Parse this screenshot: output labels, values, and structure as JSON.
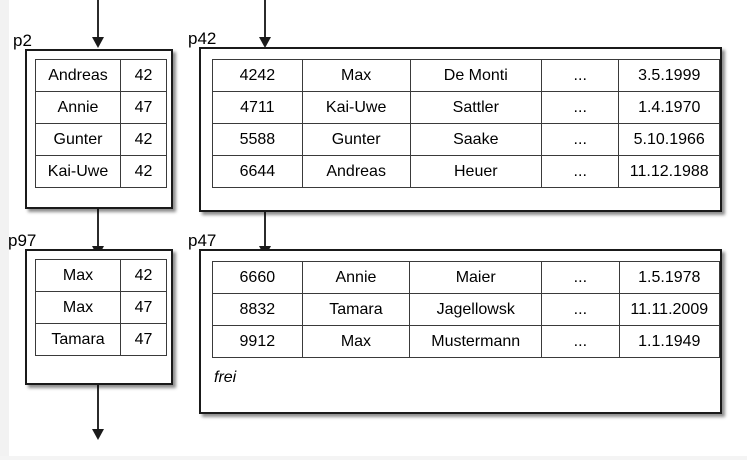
{
  "diagram": {
    "title": "Extendible hashing directory and data pages",
    "background_color": "#ffffff",
    "line_color": "#2b2b2b",
    "box_border_color": "#1a1a1a"
  },
  "bucket_pages": [
    {
      "id": "p2",
      "label": "p2",
      "rows": [
        {
          "name": "Andreas",
          "value": "42"
        },
        {
          "name": "Annie",
          "value": "47"
        },
        {
          "name": "Gunter",
          "value": "42"
        },
        {
          "name": "Kai-Uwe",
          "value": "42"
        }
      ]
    },
    {
      "id": "p97",
      "label": "p97",
      "rows": [
        {
          "name": "Max",
          "value": "42"
        },
        {
          "name": "Max",
          "value": "47"
        },
        {
          "name": "Tamara",
          "value": "47"
        }
      ]
    }
  ],
  "data_pages": [
    {
      "id": "p42",
      "label": "p42",
      "rows": [
        {
          "c0": "4242",
          "c1": "Max",
          "c2": "De Monti",
          "c3": "...",
          "c4": "3.5.1999"
        },
        {
          "c0": "4711",
          "c1": "Kai-Uwe",
          "c2": "Sattler",
          "c3": "...",
          "c4": "1.4.1970"
        },
        {
          "c0": "5588",
          "c1": "Gunter",
          "c2": "Saake",
          "c3": "...",
          "c4": "5.10.1966"
        },
        {
          "c0": "6644",
          "c1": "Andreas",
          "c2": "Heuer",
          "c3": "...",
          "c4": "11.12.1988"
        }
      ],
      "free_label": ""
    },
    {
      "id": "p47",
      "label": "p47",
      "rows": [
        {
          "c0": "6660",
          "c1": "Annie",
          "c2": "Maier",
          "c3": "...",
          "c4": "1.5.1978"
        },
        {
          "c0": "8832",
          "c1": "Tamara",
          "c2": "Jagellowsk",
          "c3": "...",
          "c4": "11.11.2009"
        },
        {
          "c0": "9912",
          "c1": "Max",
          "c2": "Mustermann",
          "c3": "...",
          "c4": "1.1.1949"
        }
      ],
      "free_label": "frei"
    }
  ]
}
